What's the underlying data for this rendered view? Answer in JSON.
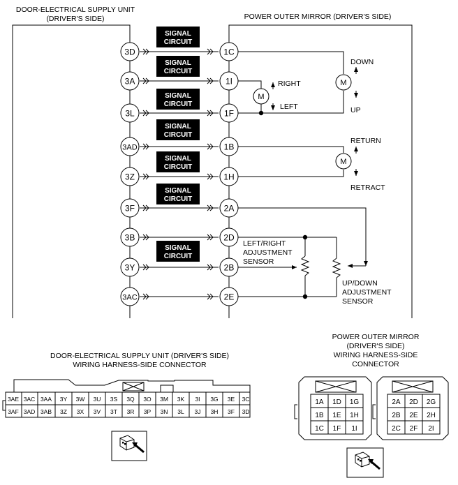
{
  "left_unit": {
    "title_line1": "DOOR-ELECTRICAL SUPPLY UNIT",
    "title_line2": "(DRIVER'S SIDE)"
  },
  "right_unit": {
    "title": "POWER OUTER MIRROR (DRIVER'S SIDE)"
  },
  "signal_box": {
    "line1": "SIGNAL",
    "line2": "CIRCUIT"
  },
  "left_pins": [
    "3D",
    "3A",
    "3L",
    "3AD",
    "3Z",
    "3F",
    "3B",
    "3Y",
    "3AC"
  ],
  "right_pins": [
    "1C",
    "1I",
    "1F",
    "1B",
    "1H",
    "2A",
    "2D",
    "2B",
    "2E"
  ],
  "motor_label": "M",
  "labels": {
    "down": "DOWN",
    "up": "UP",
    "right": "RIGHT",
    "left": "LEFT",
    "return": "RETURN",
    "retract": "RETRACT",
    "lr_sensor_1": "LEFT/RIGHT",
    "lr_sensor_2": "ADJUSTMENT",
    "lr_sensor_3": "SENSOR",
    "ud_sensor_1": "UP/DOWN",
    "ud_sensor_2": "ADJUSTMENT",
    "ud_sensor_3": "SENSOR"
  },
  "connector_left": {
    "title_line1": "DOOR-ELECTRICAL SUPPLY UNIT (DRIVER'S SIDE)",
    "title_line2": "WIRING HARNESS-SIDE CONNECTOR",
    "row1": [
      "3AE",
      "3AC",
      "3AA",
      "3Y",
      "3W",
      "3U",
      "3S",
      "3Q",
      "3O",
      "3M",
      "3K",
      "3I",
      "3G",
      "3E",
      "3C"
    ],
    "row2": [
      "3AF",
      "3AD",
      "3AB",
      "3Z",
      "3X",
      "3V",
      "3T",
      "3R",
      "3P",
      "3N",
      "3L",
      "3J",
      "3H",
      "3F",
      "3D"
    ]
  },
  "connector_right": {
    "title_line1": "POWER OUTER MIRROR",
    "title_line2": "(DRIVER'S SIDE)",
    "title_line3": "WIRING HARNESS-SIDE",
    "title_line4": "CONNECTOR",
    "block1": [
      [
        "1A",
        "1D",
        "1G"
      ],
      [
        "1B",
        "1E",
        "1H"
      ],
      [
        "1C",
        "1F",
        "1I"
      ]
    ],
    "block2": [
      [
        "2A",
        "2D",
        "2G"
      ],
      [
        "2B",
        "2E",
        "2H"
      ],
      [
        "2C",
        "2F",
        "2I"
      ]
    ]
  }
}
